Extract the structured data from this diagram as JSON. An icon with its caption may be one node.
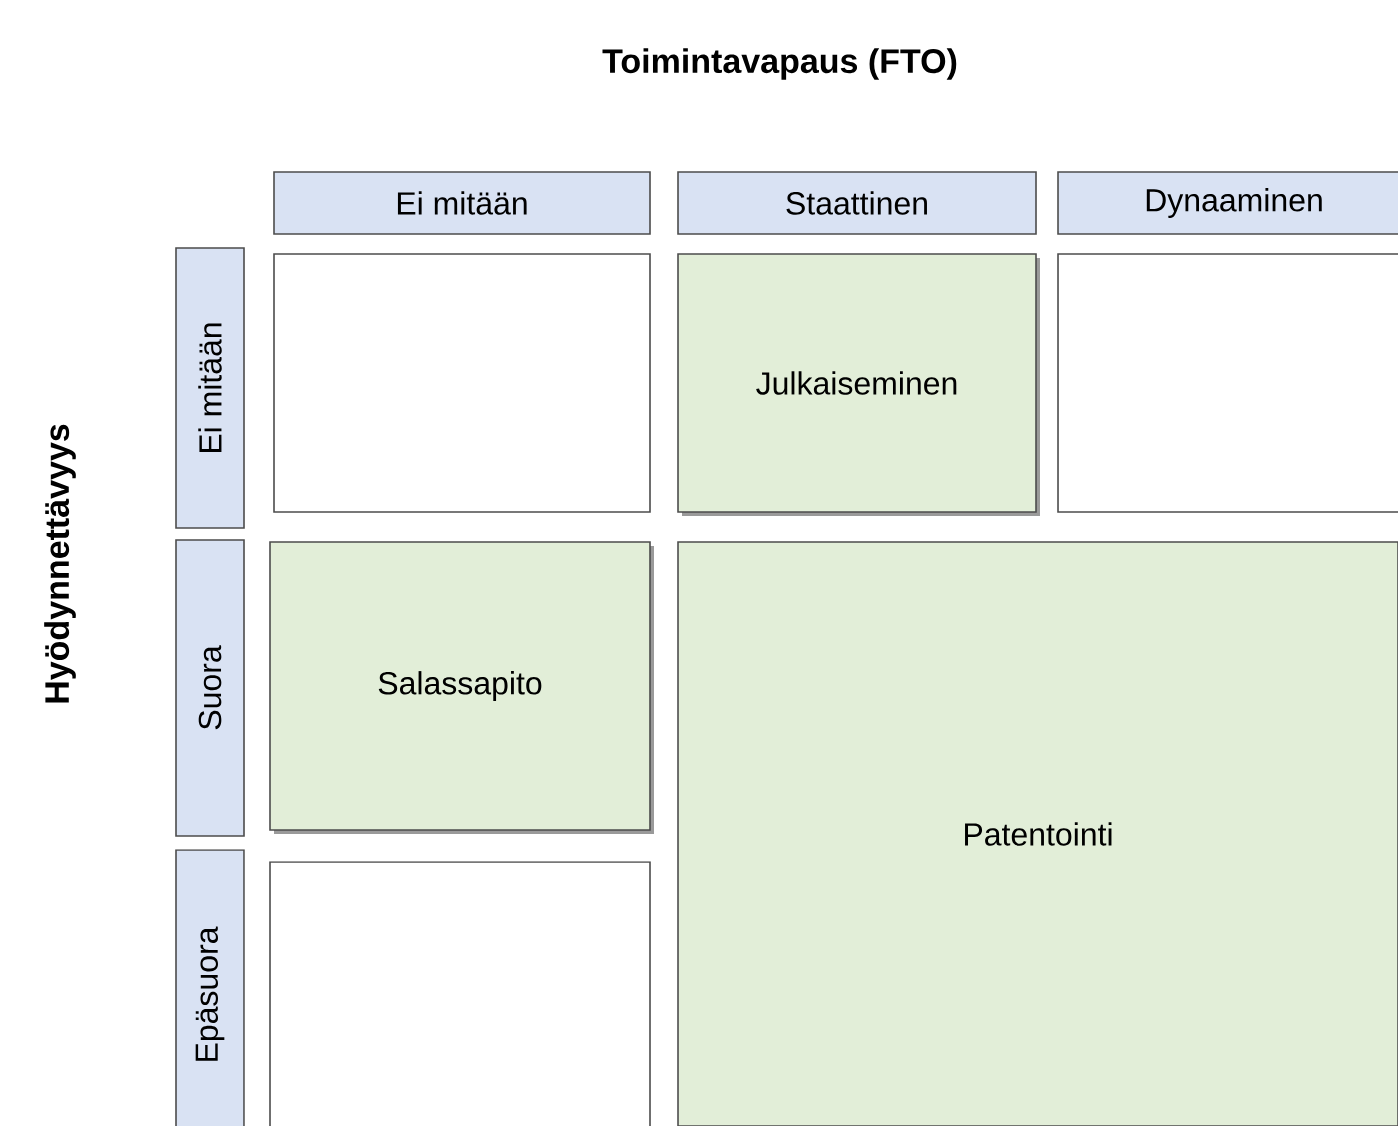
{
  "diagram": {
    "title": "Toimintavapaus (FTO)",
    "nodes": [
      {
        "text": [
          "Ei mitään"
        ]
      },
      {
        "text": [
          "Staattinen"
        ]
      },
      {
        "text": [
          "Dynaaminen"
        ]
      },
      {
        "text": [
          "Ei mitään"
        ]
      },
      {
        "text": [],
        "shape": "box"
      },
      {
        "text": [
          "Julkaiseminen"
        ]
      },
      {
        "text": [],
        "shape": "box"
      },
      {
        "text": [
          "Suora"
        ]
      },
      {
        "text": [
          "Salassapito"
        ]
      },
      {
        "text": [
          "Patentointi"
        ]
      },
      {
        "text": [
          "Epäsuora"
        ]
      },
      {
        "text": [],
        "shape": "box"
      }
    ],
    "labels": [
      "Hyödynnettävyys"
    ]
  }
}
